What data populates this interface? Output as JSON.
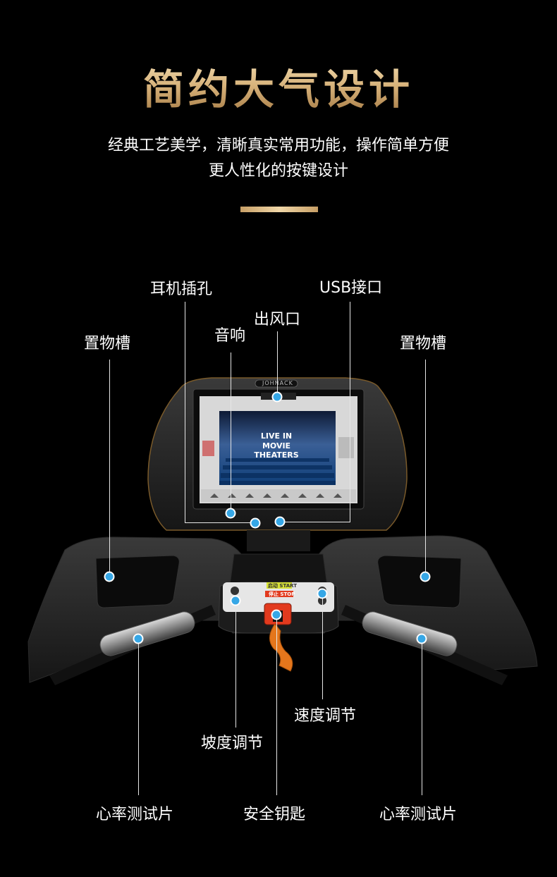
{
  "header": {
    "title": "简约大气设计",
    "subtitle_line1": "经典工艺美学，清晰真实常用功能，操作简单方便",
    "subtitle_line2": "更人性化的按键设计"
  },
  "labels": {
    "headphone_jack": "耳机插孔",
    "usb_port": "USB接口",
    "air_outlet": "出风口",
    "speaker": "音响",
    "storage_left": "置物槽",
    "storage_right": "置物槽",
    "speed_adjust": "速度调节",
    "incline_adjust": "坡度调节",
    "heart_rate_left": "心率测试片",
    "safety_key": "安全钥匙",
    "heart_rate_right": "心率测试片"
  },
  "screen": {
    "brand": "JOHNACK",
    "headline_line1": "LIVE IN",
    "headline_line2": "MOVIE THEATERS"
  },
  "buttons": {
    "start": "启动 START",
    "stop": "停止 STOP"
  },
  "colors": {
    "accent_dot": "#36a7e6",
    "title_gold": "#d7b27a",
    "stop_red": "#e23a1e",
    "start_yellow": "#d8e236"
  }
}
